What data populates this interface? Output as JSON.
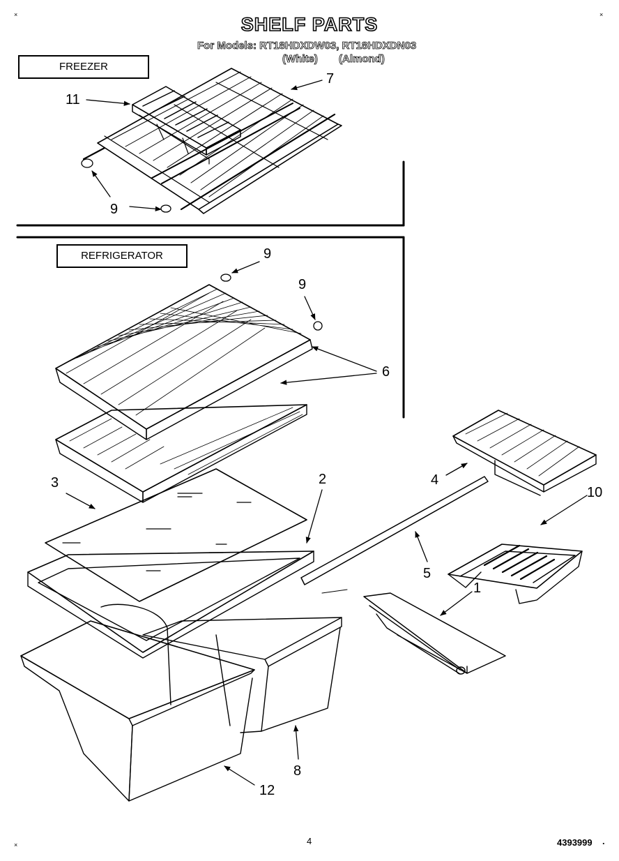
{
  "title": "SHELF PARTS",
  "models": {
    "prefix": "For Models: RT18HDXDW03, RT18HDXDN03",
    "white": "(White)",
    "almond": "(Almond)"
  },
  "sections": {
    "freezer": "FREEZER",
    "refrigerator": "REFRIGERATOR"
  },
  "callouts": {
    "c11": "11",
    "c7": "7",
    "c9a": "9",
    "c9b": "9",
    "c9c": "9",
    "c6": "6",
    "c3": "3",
    "c2": "2",
    "c4": "4",
    "c10": "10",
    "c5": "5",
    "c1": "1",
    "c8": "8",
    "c12": "12"
  },
  "footer": {
    "page": "4",
    "part_number": "4393999"
  },
  "corner_marks": {
    "mark": "×",
    "dot": "."
  }
}
